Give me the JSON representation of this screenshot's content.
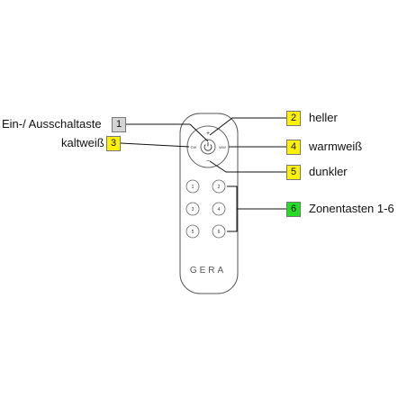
{
  "callouts": [
    {
      "id": "1",
      "text": "Ein-/ Ausschaltaste",
      "color": "#d4d4d4"
    },
    {
      "id": "2",
      "text": "heller",
      "color": "#fff200"
    },
    {
      "id": "3",
      "text": "kaltweiß",
      "color": "#fff200"
    },
    {
      "id": "4",
      "text": "warmweiß",
      "color": "#fff200"
    },
    {
      "id": "5",
      "text": "dunkler",
      "color": "#fff200"
    },
    {
      "id": "6",
      "text": "Zonentasten 1-6",
      "color": "#22dd22"
    }
  ],
  "remote": {
    "logo": "GERA",
    "cw_label": "CW",
    "ww_label": "WW",
    "zone_buttons": [
      "1",
      "2",
      "3",
      "4",
      "5",
      "6"
    ],
    "plus_symbol": "+",
    "minus_symbol": "−"
  }
}
